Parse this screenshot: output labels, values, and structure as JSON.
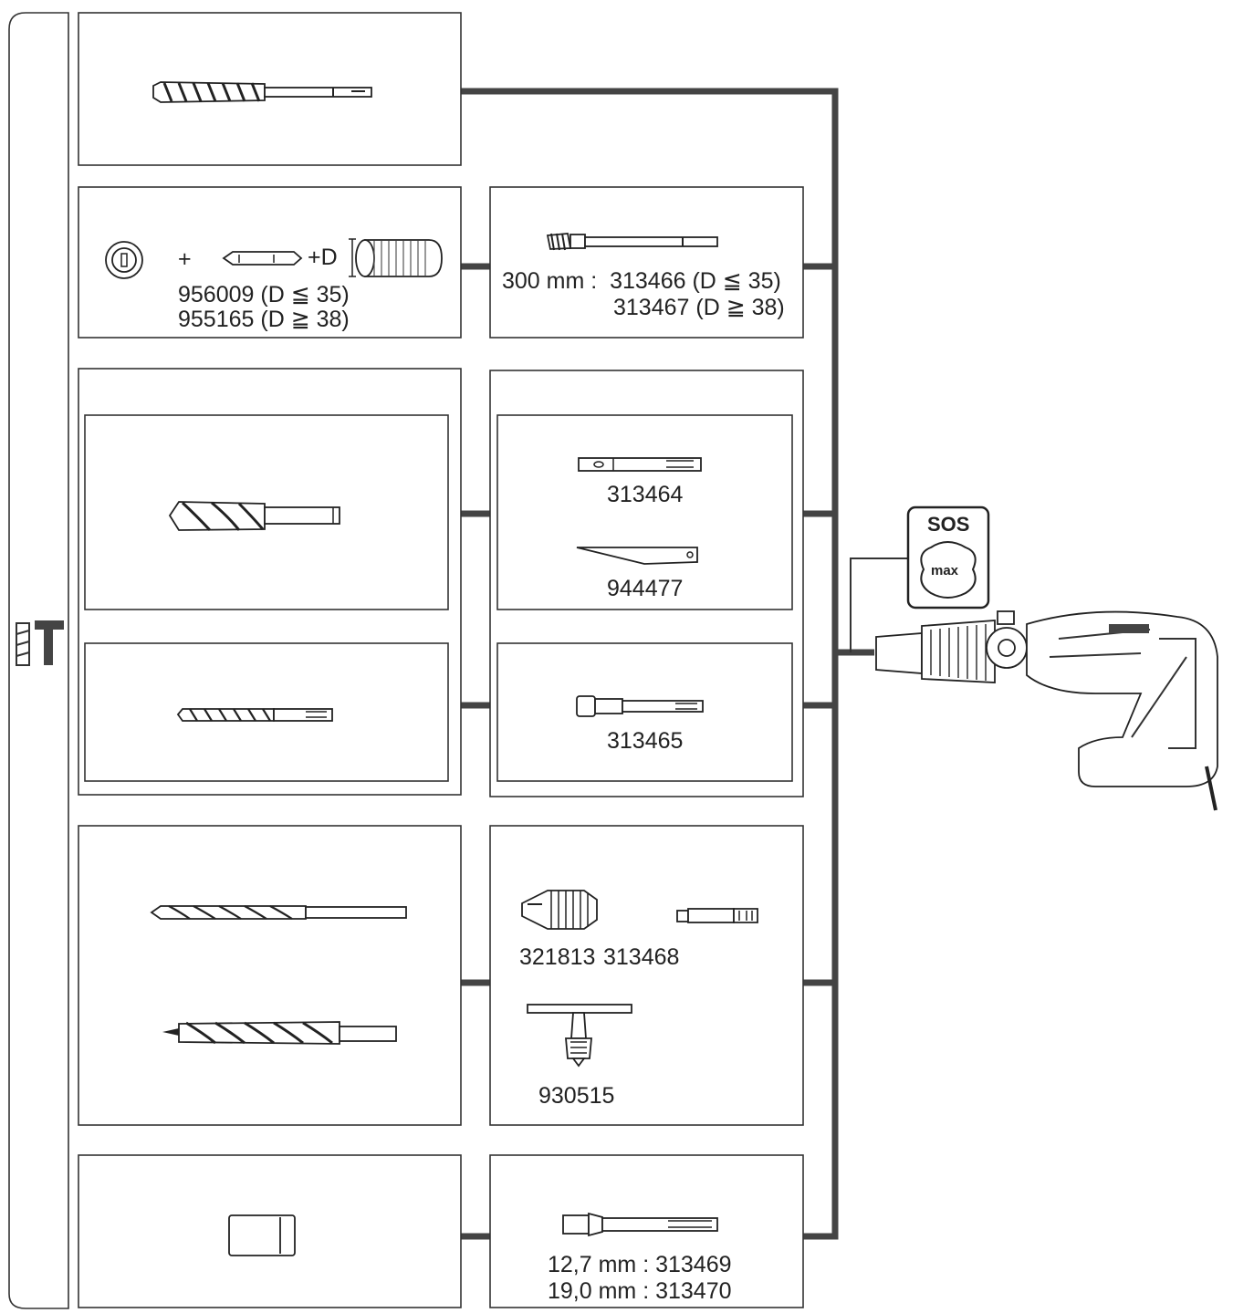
{
  "boxes": {
    "chisel_adapter": {
      "lines": [
        "300 mm :  313466 (D ≦ 35)",
        "313467 (D ≧ 38)"
      ]
    },
    "core_bit": {
      "lines": [
        "956009 (D ≦ 35)",
        "955165 (D ≧ 38)"
      ],
      "plus1": "+",
      "plus2": "+D"
    },
    "adapter_small": {
      "label": "313464"
    },
    "wedge": {
      "label": "944477"
    },
    "adapter_hex": {
      "label": "313465"
    },
    "chuck": {
      "label1": "321813",
      "label2": "313468",
      "label3": "930515"
    },
    "socket_adapter": {
      "lines": [
        "12,7 mm : 313469",
        "19,0 mm : 313470"
      ]
    }
  },
  "badge": {
    "top": "SOS",
    "inner": "max"
  },
  "icons": [
    "drill-hammer-mode-icon",
    "sds-max-badge-icon",
    "rotary-hammer-icon"
  ],
  "colors": {
    "ink": "#222222",
    "connector": "#444444",
    "frame": "#333333"
  }
}
